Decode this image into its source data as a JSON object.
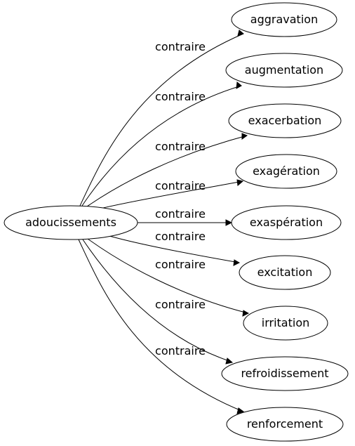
{
  "source": {
    "label": "adoucissements"
  },
  "targets": [
    {
      "label": "aggravation",
      "relation": "contraire"
    },
    {
      "label": "augmentation",
      "relation": "contraire"
    },
    {
      "label": "exacerbation",
      "relation": "contraire"
    },
    {
      "label": "exagération",
      "relation": "contraire"
    },
    {
      "label": "exaspération",
      "relation": "contraire"
    },
    {
      "label": "excitation",
      "relation": "contraire"
    },
    {
      "label": "irritation",
      "relation": "contraire"
    },
    {
      "label": "refroidissement",
      "relation": "contraire"
    },
    {
      "label": "renforcement",
      "relation": "contraire"
    }
  ]
}
